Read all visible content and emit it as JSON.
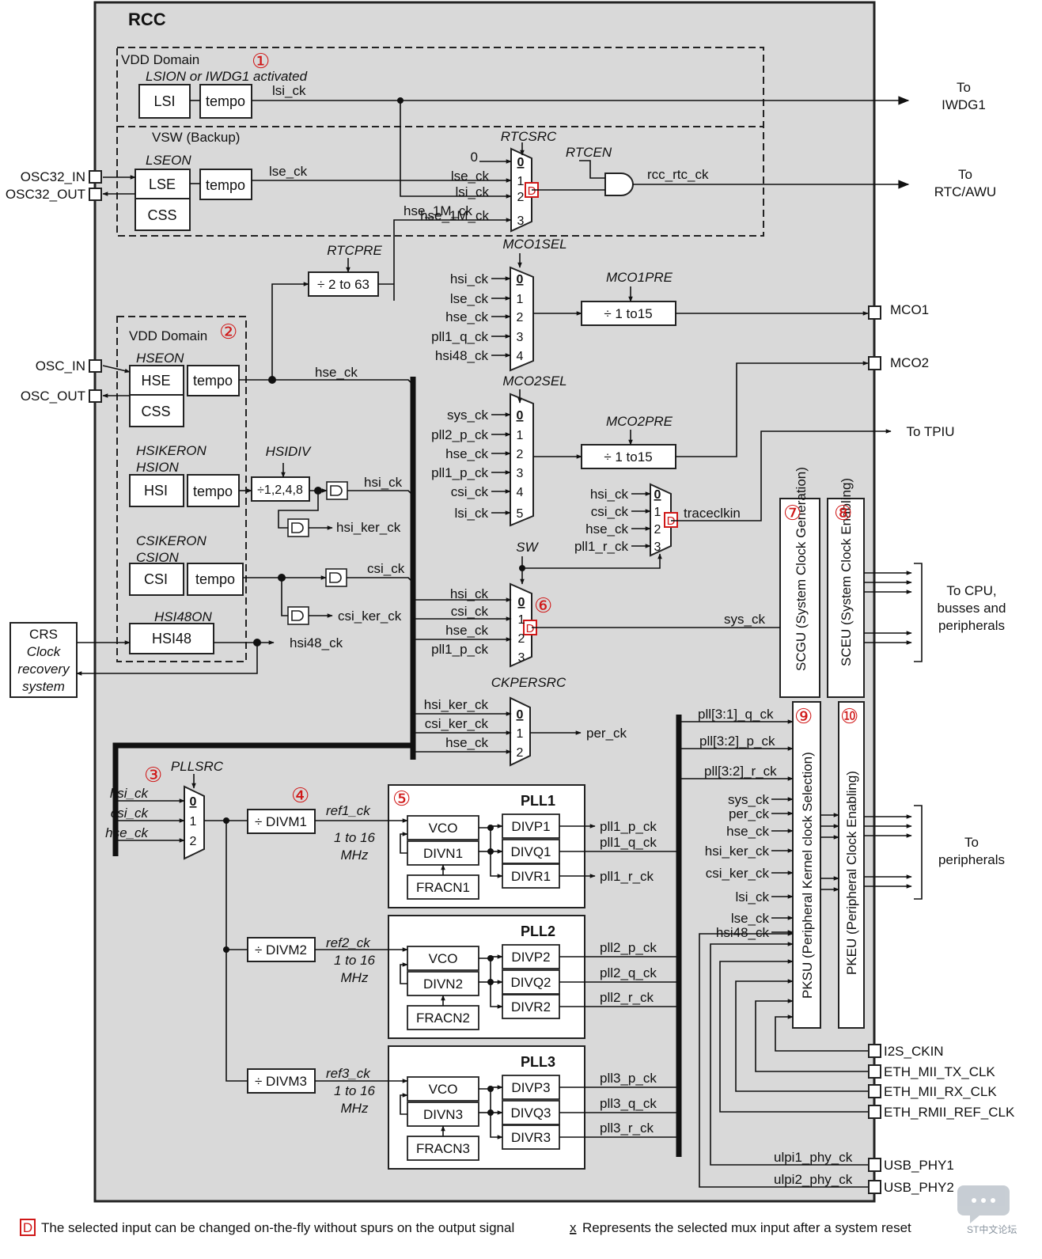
{
  "title": "RCC",
  "legend": {
    "d_marker": "D",
    "d_text": "The selected input can be changed on-the-fly without spurs on the output signal",
    "x_marker": "x",
    "x_text": "Represents the selected mux input after a system reset"
  },
  "watermark": "ST中文论坛",
  "domains": {
    "vdd1": "VDD Domain",
    "vsw": "VSW (Backup)",
    "vdd2": "VDD Domain",
    "lsion": "LSION or IWDG1 activated",
    "lseon": "LSEON",
    "hseon": "HSEON",
    "hsikeron": "HSIKERON",
    "hsion": "HSION",
    "csikeron": "CSIKERON",
    "csion": "CSION",
    "hsi48on": "HSI48ON"
  },
  "circled": [
    "①",
    "②",
    "③",
    "④",
    "⑤",
    "⑥",
    "⑦",
    "⑧",
    "⑨",
    "⑩"
  ],
  "blocks": {
    "lsi": "LSI",
    "lse": "LSE",
    "css": "CSS",
    "hse": "HSE",
    "hsi": "HSI",
    "csi": "CSI",
    "hsi48": "HSI48",
    "tempo": "tempo",
    "rtcpre_div": "÷ 2 to 63",
    "hsidiv": "÷1,2,4,8",
    "mco1pre_div": "÷ 1 to15",
    "mco2pre_div": "÷ 1 to15",
    "divm1": "÷ DIVM1",
    "divm2": "÷ DIVM2",
    "divm3": "÷ DIVM3",
    "crs_line1": "CRS",
    "crs_line2": "Clock",
    "crs_line3": "recovery",
    "crs_line4": "system",
    "scgu": "SCGU (System Clock Generation)",
    "sceu": "SCEU (System Clock Enabling)",
    "pksu": "PKSU (Peripheral Kernel clock Selection)",
    "pkeu": "PKEU (Peripheral Clock Enabling)"
  },
  "pll": [
    {
      "name": "PLL1",
      "vco": "VCO",
      "divn": "DIVN1",
      "fracn": "FRACN1",
      "divp": "DIVP1",
      "divq": "DIVQ1",
      "divr": "DIVR1",
      "p": "pll1_p_ck",
      "q": "pll1_q_ck",
      "r": "pll1_r_ck",
      "ref": "ref1_ck"
    },
    {
      "name": "PLL2",
      "vco": "VCO",
      "divn": "DIVN2",
      "fracn": "FRACN2",
      "divp": "DIVP2",
      "divq": "DIVQ2",
      "divr": "DIVR2",
      "p": "pll2_p_ck",
      "q": "pll2_q_ck",
      "r": "pll2_r_ck",
      "ref": "ref2_ck"
    },
    {
      "name": "PLL3",
      "vco": "VCO",
      "divn": "DIVN3",
      "fracn": "FRACN3",
      "divp": "DIVP3",
      "divq": "DIVQ3",
      "divr": "DIVR3",
      "p": "pll3_p_ck",
      "q": "pll3_q_ck",
      "r": "pll3_r_ck",
      "ref": "ref3_ck"
    }
  ],
  "freq_range": "1 to 16",
  "freq_unit": "MHz",
  "selectors": {
    "rtcsrc": "RTCSRC",
    "rtcpre": "RTCPRE",
    "rtcen": "RTCEN",
    "mco1sel": "MCO1SEL",
    "mco1pre": "MCO1PRE",
    "mco2sel": "MCO2SEL",
    "mco2pre": "MCO2PRE",
    "hsidiv": "HSIDIV",
    "sw": "SW",
    "ckpersrc": "CKPERSRC",
    "pllsrc": "PLLSRC"
  },
  "signals": {
    "lsi_ck": "lsi_ck",
    "lse_ck": "lse_ck",
    "hse_ck": "hse_ck",
    "hsi_ck": "hsi_ck",
    "hsi_ker_ck": "hsi_ker_ck",
    "csi_ck": "csi_ck",
    "csi_ker_ck": "csi_ker_ck",
    "hsi48_ck": "hsi48_ck",
    "hse_1m_ck": "hse_1M_ck",
    "rcc_rtc_ck": "rcc_rtc_ck",
    "traceclkin": "traceclkin",
    "sys_ck": "sys_ck",
    "per_ck": "per_ck",
    "pll1_q_ck": "pll1_q_ck",
    "pll1_p_ck": "pll1_p_ck",
    "pll1_r_ck": "pll1_r_ck",
    "pll2_p_ck": "pll2_p_ck",
    "pll3_1_q": "pll[3:1]_q_ck",
    "pll3_2_p": "pll[3:2]_p_ck",
    "pll3_2_r": "pll[3:2]_r_ck",
    "ulpi1": "ulpi1_phy_ck",
    "ulpi2": "ulpi2_phy_ck"
  },
  "mux_inputs": {
    "rtcsrc": [
      "0",
      "lse_ck",
      "lsi_ck",
      "hse_1M_ck"
    ],
    "mco1": [
      "hsi_ck",
      "lse_ck",
      "hse_ck",
      "pll1_q_ck",
      "hsi48_ck"
    ],
    "mco2": [
      "sys_ck",
      "pll2_p_ck",
      "hse_ck",
      "pll1_p_ck",
      "csi_ck",
      "lsi_ck"
    ],
    "trace": [
      "hsi_ck",
      "csi_ck",
      "hse_ck",
      "pll1_r_ck"
    ],
    "sw": [
      "hsi_ck",
      "csi_ck",
      "hse_ck",
      "pll1_p_ck"
    ],
    "ckper": [
      "hsi_ker_ck",
      "csi_ker_ck",
      "hse_ck"
    ],
    "pllsrc": [
      "hsi_ck",
      "csi_ck",
      "hse_ck"
    ],
    "pksu": [
      "sys_ck",
      "per_ck",
      "hse_ck",
      "hsi_ker_ck",
      "csi_ker_ck",
      "lsi_ck",
      "lse_ck",
      "hsi48_ck"
    ]
  },
  "mux_indices": {
    "rtcsrc": [
      "0",
      "1",
      "2",
      "3"
    ],
    "mco1": [
      "0",
      "1",
      "2",
      "3",
      "4"
    ],
    "mco2": [
      "0",
      "1",
      "2",
      "3",
      "4",
      "5"
    ],
    "trace": [
      "0",
      "1",
      "2",
      "3"
    ],
    "sw": [
      "0",
      "1",
      "2",
      "3"
    ],
    "ckper": [
      "0",
      "1",
      "2"
    ],
    "pllsrc": [
      "0",
      "1",
      "2"
    ]
  },
  "pins": {
    "osc32_in": "OSC32_IN",
    "osc32_out": "OSC32_OUT",
    "osc_in": "OSC_IN",
    "osc_out": "OSC_OUT",
    "mco1": "MCO1",
    "mco2": "MCO2",
    "i2s": "I2S_CKIN",
    "eth_tx": "ETH_MII_TX_CLK",
    "eth_rx": "ETH_MII_RX_CLK",
    "eth_rmii": "ETH_RMII_REF_CLK",
    "usb1": "USB_PHY1",
    "usb2": "USB_PHY2"
  },
  "destinations": {
    "to": "To",
    "iwdg1": "IWDG1",
    "rtc_awu": "RTC/AWU",
    "tpiu": "To TPIU",
    "cpu_line1": "To CPU,",
    "cpu_line2": "busses and",
    "cpu_line3": "peripherals",
    "periph": "peripherals"
  }
}
